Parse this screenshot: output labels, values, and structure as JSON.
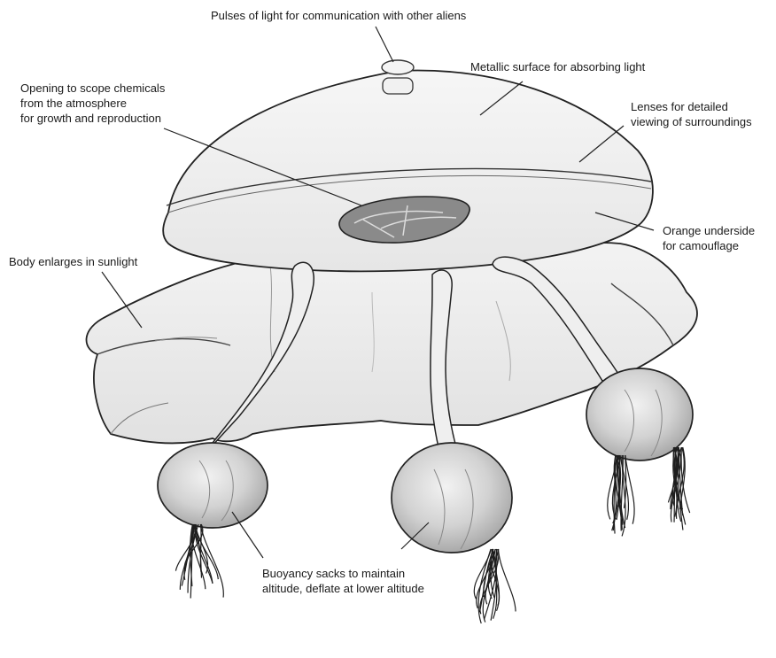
{
  "labels": {
    "pulses": [
      "Pulses of light for communication with other aliens"
    ],
    "metallic": [
      "Metallic surface for absorbing light"
    ],
    "opening": [
      "Opening to scope chemicals",
      "from the atmosphere",
      "for growth and reproduction"
    ],
    "lenses": [
      "Lenses for detailed",
      "viewing of surroundings"
    ],
    "orange": [
      "Orange underside",
      "for camouflage"
    ],
    "body": [
      "Body enlarges in sunlight"
    ],
    "buoyancy": [
      "Buoyancy sacks to maintain",
      "altitude, deflate at lower altitude"
    ]
  }
}
